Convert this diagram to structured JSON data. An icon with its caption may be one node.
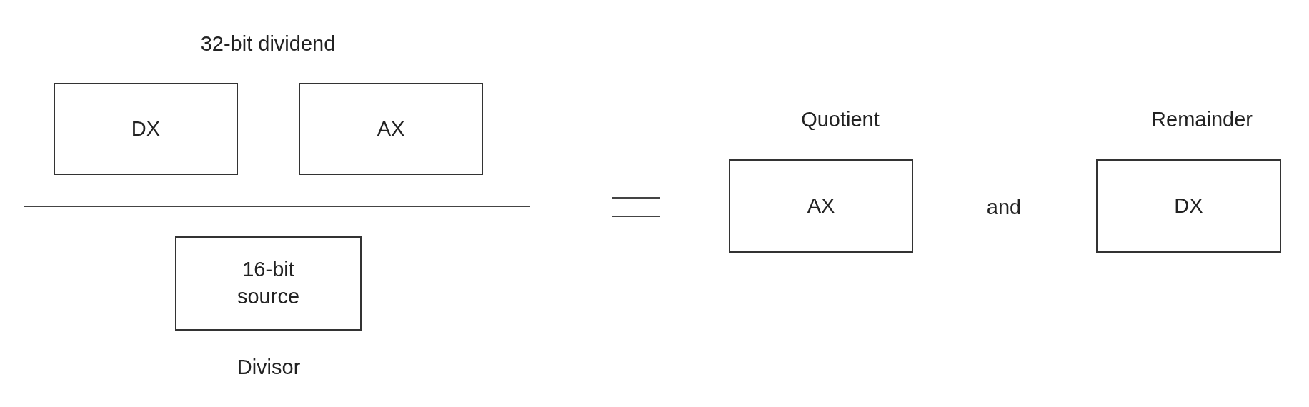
{
  "diagram": {
    "nodes": [
      {
        "text": [
          "DX"
        ]
      },
      {
        "text": [
          "AX"
        ]
      },
      {
        "text": [
          "16-bit source"
        ],
        "beside": [
          "Divisor"
        ]
      },
      {
        "text": [
          "AX"
        ],
        "beside": [
          "Quotient"
        ]
      },
      {
        "text": [
          "DX"
        ],
        "beside": [
          "Remainder"
        ]
      }
    ],
    "labels": [
      "32-bit dividend",
      "and"
    ]
  }
}
